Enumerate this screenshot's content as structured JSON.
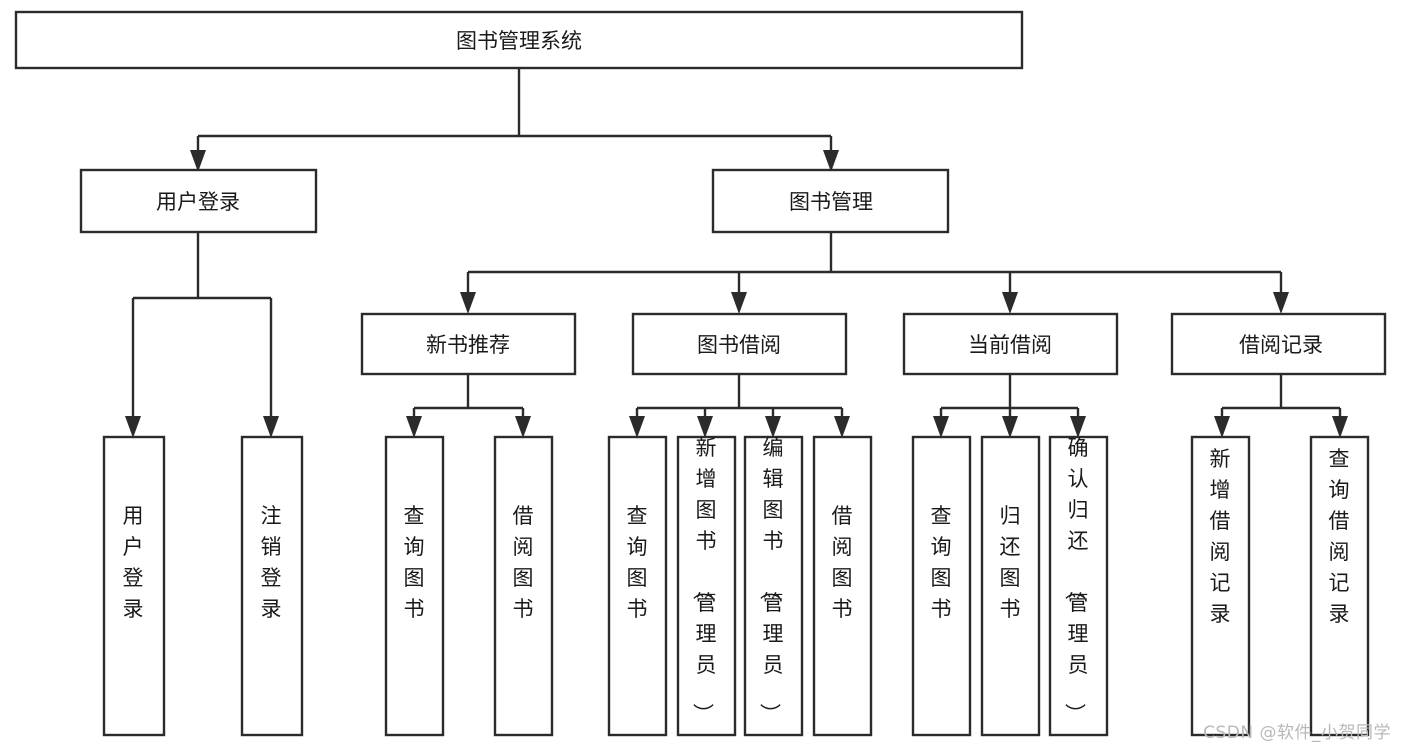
{
  "diagram": {
    "type": "tree",
    "title": "图书管理系统",
    "orientation": "top-down",
    "colors": {
      "box_stroke": "#2b2b2b",
      "box_fill": "#ffffff",
      "text": "#1a1a1a",
      "canvas": "#ffffff",
      "watermark": "#b9b9b9"
    },
    "root": {
      "id": "root",
      "label": "图书管理系统",
      "orientation": "horizontal"
    },
    "level2": [
      {
        "id": "user-login",
        "label": "用户登录",
        "orientation": "horizontal"
      },
      {
        "id": "book-manage",
        "label": "图书管理",
        "orientation": "horizontal"
      }
    ],
    "level3": [
      {
        "id": "new-book-recommend",
        "label": "新书推荐",
        "parent": "book-manage",
        "orientation": "horizontal"
      },
      {
        "id": "book-borrow",
        "label": "图书借阅",
        "parent": "book-manage",
        "orientation": "horizontal"
      },
      {
        "id": "current-borrow",
        "label": "当前借阅",
        "parent": "book-manage",
        "orientation": "horizontal"
      },
      {
        "id": "borrow-record",
        "label": "借阅记录",
        "parent": "book-manage",
        "orientation": "horizontal"
      }
    ],
    "leaves": [
      {
        "id": "leaf-user-login",
        "label": "用户登录",
        "parent": "user-login",
        "orientation": "vertical"
      },
      {
        "id": "leaf-logout-login",
        "label": "注销登录",
        "parent": "user-login",
        "orientation": "vertical"
      },
      {
        "id": "leaf-query-book-1",
        "label": "查询图书",
        "parent": "new-book-recommend",
        "orientation": "vertical"
      },
      {
        "id": "leaf-borrow-book-1",
        "label": "借阅图书",
        "parent": "new-book-recommend",
        "orientation": "vertical"
      },
      {
        "id": "leaf-query-book-2",
        "label": "查询图书",
        "parent": "book-borrow",
        "orientation": "vertical"
      },
      {
        "id": "leaf-add-book",
        "label": "新增图书（管理员）",
        "parent": "book-borrow",
        "orientation": "vertical"
      },
      {
        "id": "leaf-edit-book",
        "label": "编辑图书（管理员）",
        "parent": "book-borrow",
        "orientation": "vertical"
      },
      {
        "id": "leaf-borrow-book-2",
        "label": "借阅图书",
        "parent": "book-borrow",
        "orientation": "vertical"
      },
      {
        "id": "leaf-query-book-3",
        "label": "查询图书",
        "parent": "current-borrow",
        "orientation": "vertical"
      },
      {
        "id": "leaf-return-book",
        "label": "归还图书",
        "parent": "current-borrow",
        "orientation": "vertical"
      },
      {
        "id": "leaf-confirm-return",
        "label": "确认归还（管理员）",
        "parent": "current-borrow",
        "orientation": "vertical"
      },
      {
        "id": "leaf-add-record",
        "label": "新增借阅记录",
        "parent": "borrow-record",
        "orientation": "vertical"
      },
      {
        "id": "leaf-query-record",
        "label": "查询借阅记录",
        "parent": "borrow-record",
        "orientation": "vertical"
      }
    ]
  },
  "watermark": {
    "text": "CSDN @软件_小贺同学"
  }
}
